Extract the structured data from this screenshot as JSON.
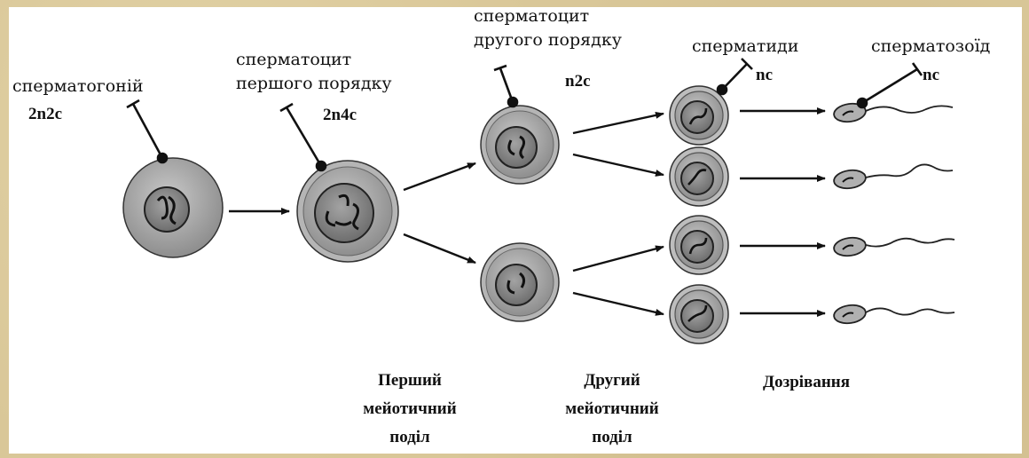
{
  "labels": {
    "spermatogonium": "сперматогоній",
    "spermatogonium_formula": "2n2c",
    "primary_l1": "сперматоцит",
    "primary_l2": "першого порядку",
    "primary_formula": "2n4c",
    "secondary_l1": "сперматоцит",
    "secondary_l2": "другого порядку",
    "secondary_formula": "n2c",
    "spermatids": "сперматиди",
    "spermatids_formula": "nc",
    "spermatozoon": "сперматозоїд",
    "spermatozoon_formula": "nc"
  },
  "stages": {
    "first_l1": "Перший",
    "first_l2": "мейотичний",
    "first_l3": "поділ",
    "second_l1": "Другий",
    "second_l2": "мейотичний",
    "second_l3": "поділ",
    "maturation": "Дозрівання"
  },
  "colors": {
    "background": "#d9c798",
    "panel": "#ffffff",
    "cytoplasm": "#a9a9a9",
    "nucleus": "#8c8c8c",
    "outline": "#222222"
  }
}
